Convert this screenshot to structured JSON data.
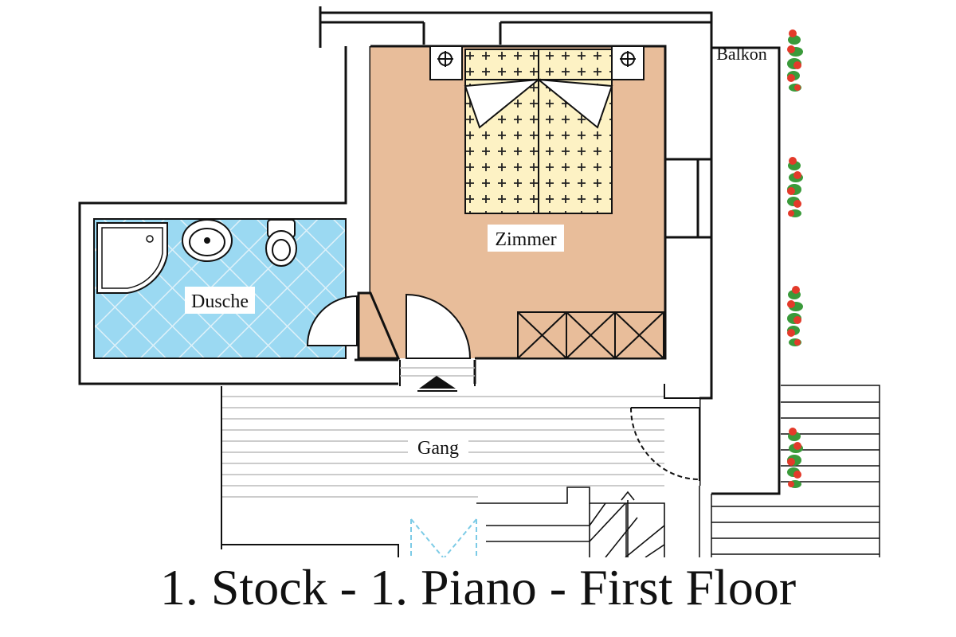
{
  "rooms": {
    "zimmer": "Zimmer",
    "dusche": "Dusche",
    "gang": "Gang",
    "balkon": "Balkon"
  },
  "caption": "1. Stock - 1. Piano - First Floor",
  "colors": {
    "zimmer_floor": "#e8bd9a",
    "dusche_floor": "#9bd9f2",
    "tile_lines": "#dfeff7",
    "bed_fill": "#fdf2c4",
    "plant_leaf": "#3a9a3a",
    "plant_flower": "#e33a2a",
    "wall": "#111111"
  },
  "icons": [
    "bed-icon",
    "shower-icon",
    "sink-icon",
    "toilet-icon",
    "wardrobe-icon",
    "stairs-icon",
    "flower-box-icon",
    "entrance-arrow-icon"
  ]
}
